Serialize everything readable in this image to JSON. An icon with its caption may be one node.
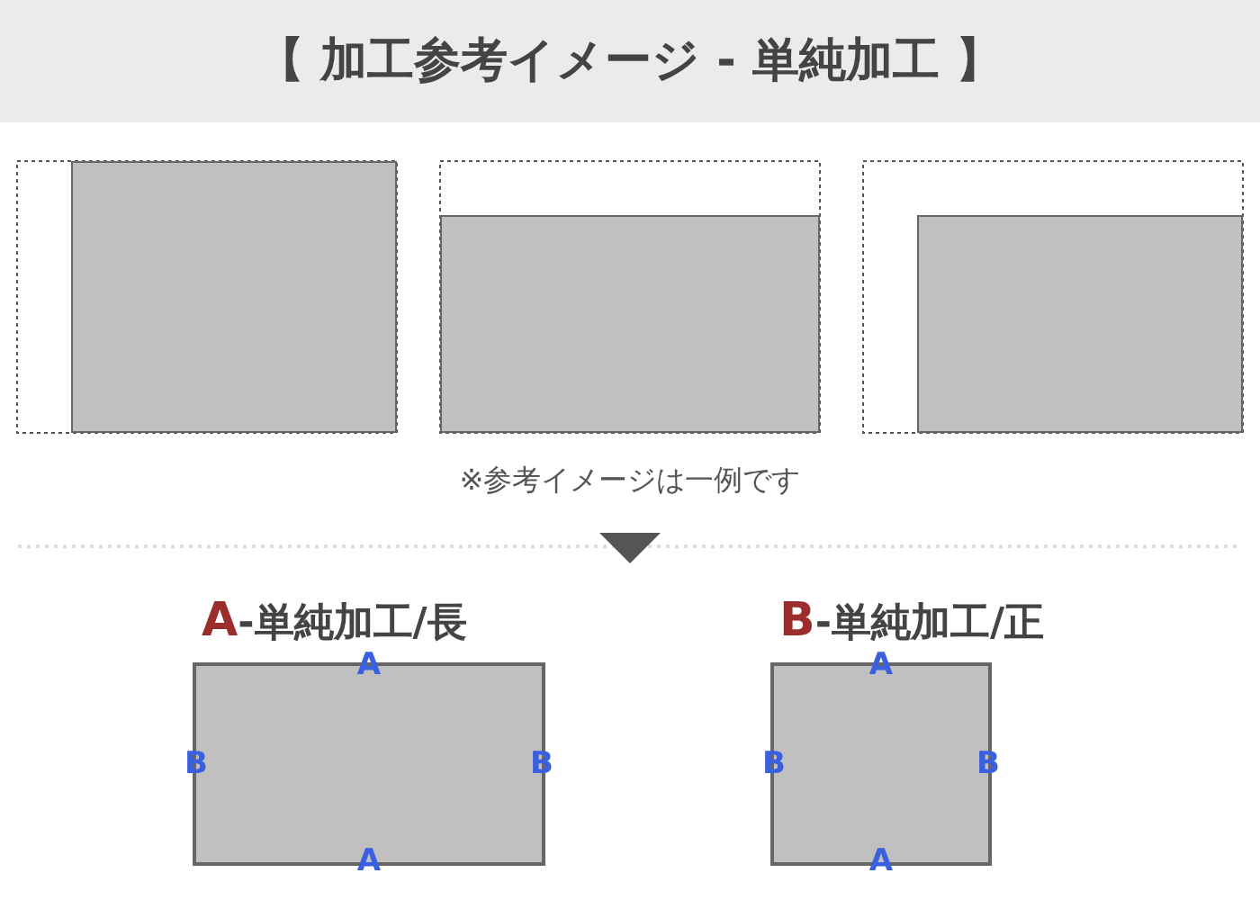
{
  "diagram": {
    "title": "【 加工参考イメージ - 単純加工 】",
    "nodes": [
      {
        "text": [
          "A-単純加工/長",
          "A",
          "B",
          "B",
          "A"
        ]
      },
      {
        "text": [
          "B-単純加工/正",
          "A",
          "B",
          "B",
          "A"
        ]
      }
    ],
    "labels": [
      "※参考イメージは一例です"
    ]
  }
}
